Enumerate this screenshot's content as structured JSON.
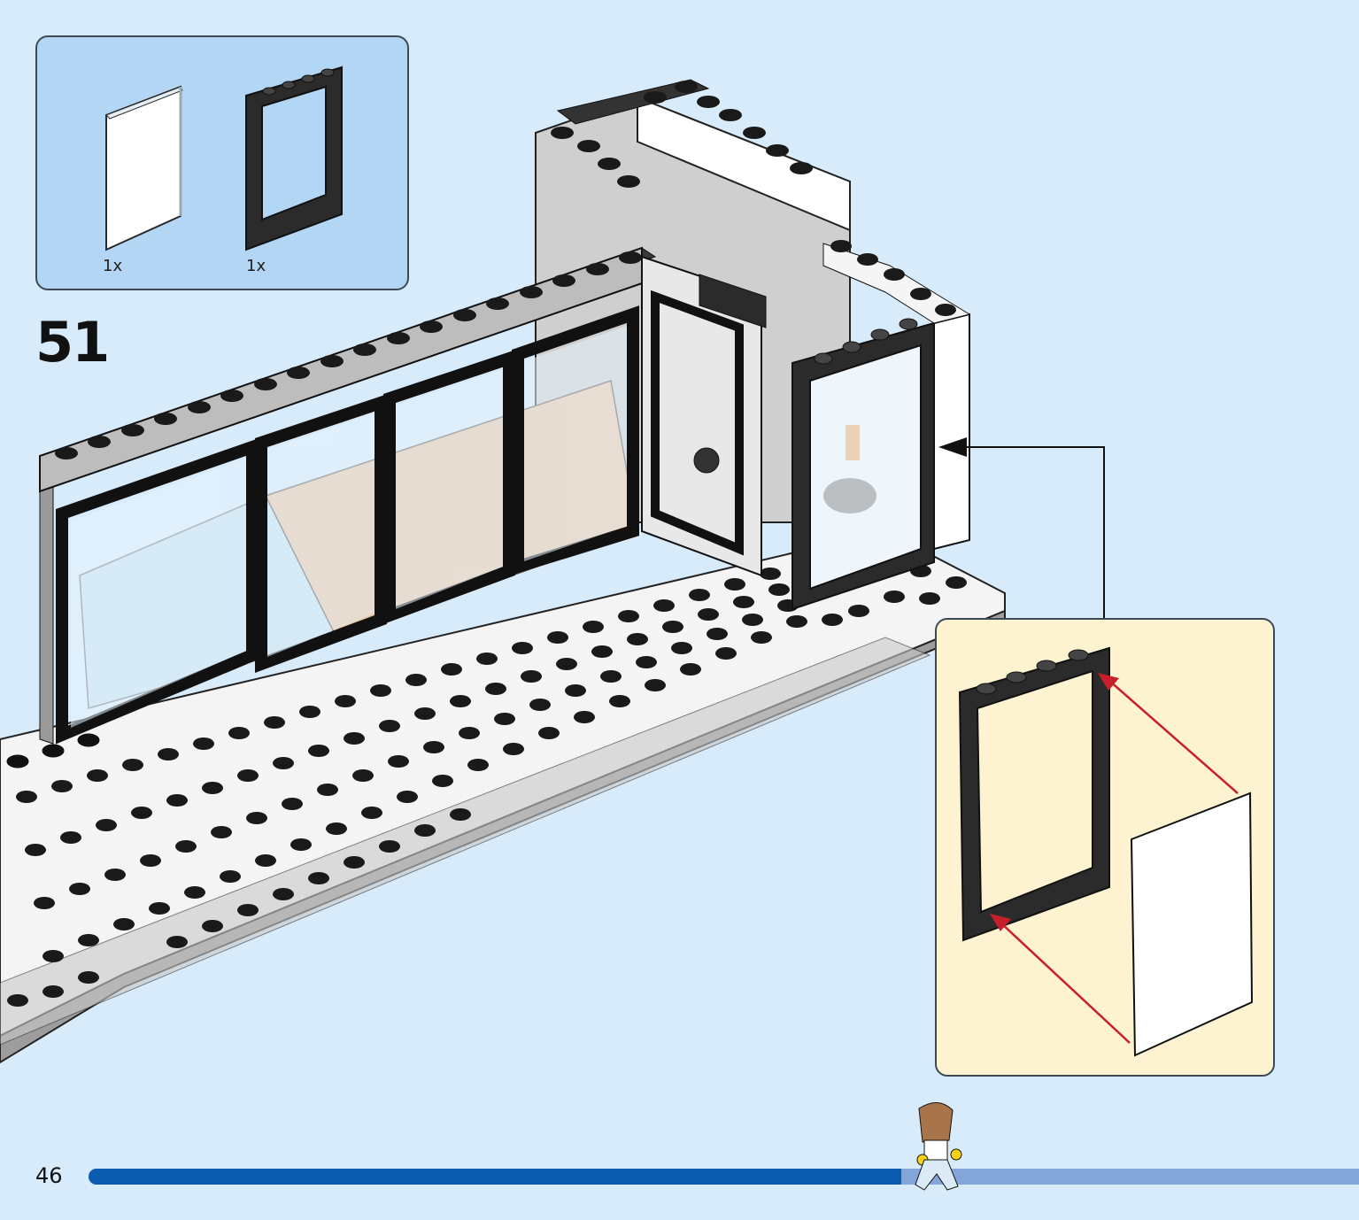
{
  "page": {
    "number": "46",
    "step": "51",
    "progress_fraction": 0.64
  },
  "parts": [
    {
      "name": "glass-panel",
      "qty": "1x"
    },
    {
      "name": "door-frame-black",
      "qty": "1x"
    }
  ],
  "colors": {
    "background": "#d8ebfb",
    "parts_box": "#b3d6f5",
    "callout": "#fdf3d1",
    "progress_fill": "#0b5cb0",
    "progress_track": "#83a5d8",
    "arrow_red": "#c8202a",
    "brick_black": "#2a2a2a",
    "plate_white": "#f4f4f4",
    "floor_tan": "#e8c3a0"
  },
  "icons": [
    "glass-panel-icon",
    "door-frame-icon",
    "minifigure-icon",
    "arrow-icon"
  ]
}
